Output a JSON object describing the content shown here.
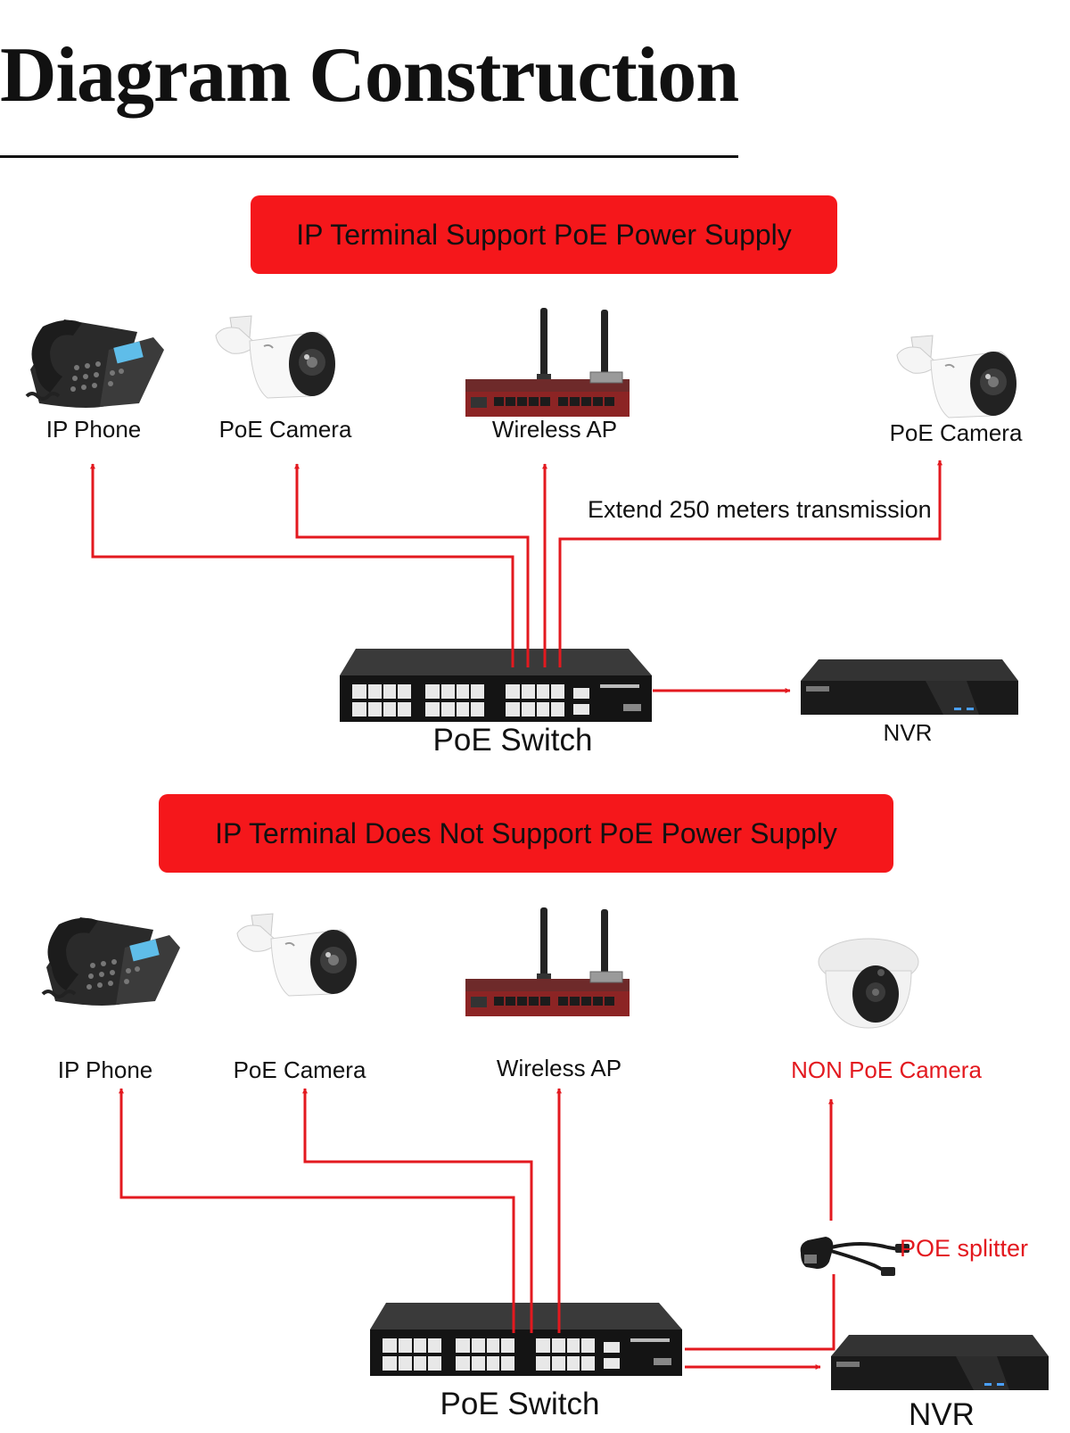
{
  "title": "Diagram Construction",
  "colors": {
    "accent_red": "#f5171b",
    "line_red": "#e3191f",
    "text": "#111111"
  },
  "section1": {
    "banner": "IP Terminal Support PoE Power Supply",
    "ip_phone": "IP Phone",
    "poe_camera_1": "PoE Camera",
    "wireless_ap": "Wireless AP",
    "poe_camera_2": "PoE Camera",
    "extend_note": "Extend 250 meters transmission",
    "switch": "PoE Switch",
    "nvr": "NVR"
  },
  "section2": {
    "banner": "IP Terminal Does Not Support PoE Power Supply",
    "ip_phone": "IP Phone",
    "poe_camera": "PoE Camera",
    "wireless_ap": "Wireless AP",
    "non_poe_camera": "NON PoE Camera",
    "splitter": "POE splitter",
    "switch": "PoE Switch",
    "nvr": "NVR"
  },
  "icons": [
    "ip-phone-icon",
    "bullet-camera-icon",
    "wireless-router-icon",
    "dome-camera-icon",
    "poe-switch-icon",
    "nvr-icon",
    "poe-splitter-icon"
  ]
}
